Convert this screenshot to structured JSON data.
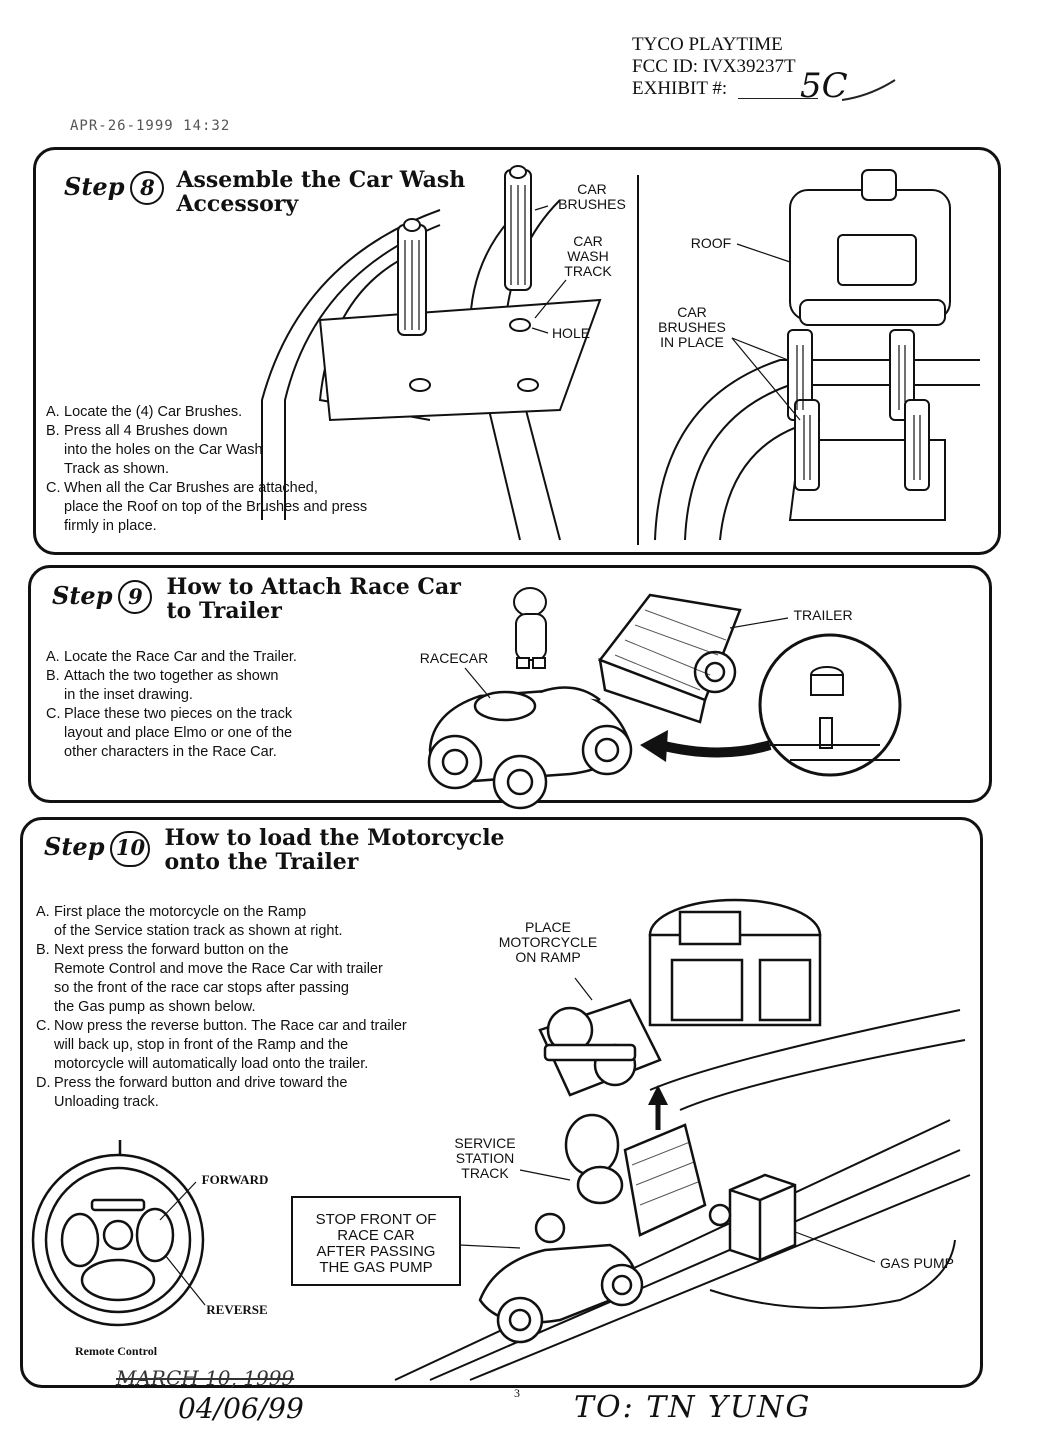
{
  "header": {
    "company": "TYCO PLAYTIME",
    "fcc": "FCC ID:  IVX39237T",
    "exhibit": "EXHIBIT #:",
    "exhibit_value": "5C",
    "fax_stamp": "APR-26-1999  14:32"
  },
  "step8": {
    "step_word": "Step",
    "number": "8",
    "title": [
      "Assemble the Car Wash",
      "Accessory"
    ],
    "instructions": [
      {
        "letter": "A.",
        "lines": [
          "Locate the (4) Car Brushes."
        ]
      },
      {
        "letter": "B.",
        "lines": [
          "Press all 4 Brushes down",
          "into the holes on the Car Wash",
          "Track as shown."
        ]
      },
      {
        "letter": "C.",
        "lines": [
          "When all the Car Brushes are attached,",
          "place the Roof on top of the Brushes and press",
          "firmly in place."
        ]
      }
    ],
    "labels": {
      "car_brushes": [
        "CAR",
        "BRUSHES"
      ],
      "car_wash_track": [
        "CAR",
        "WASH",
        "TRACK"
      ],
      "hole": "HOLE",
      "roof": "ROOF",
      "brushes_in_place": [
        "CAR",
        "BRUSHES",
        "IN PLACE"
      ]
    }
  },
  "step9": {
    "step_word": "Step",
    "number": "9",
    "title": [
      "How to Attach Race Car",
      "to Trailer"
    ],
    "instructions": [
      {
        "letter": "A.",
        "lines": [
          "Locate the Race Car and the Trailer."
        ]
      },
      {
        "letter": "B.",
        "lines": [
          "Attach the two together as shown",
          "in the inset drawing."
        ]
      },
      {
        "letter": "C.",
        "lines": [
          "Place these two pieces on the track",
          "layout and place Elmo or one of the",
          "other characters in the Race Car."
        ]
      }
    ],
    "labels": {
      "racecar": "RACECAR",
      "trailer": "TRAILER"
    }
  },
  "step10": {
    "step_word": "Step",
    "number": "10",
    "title": [
      "How to load the Motorcycle",
      "onto the Trailer"
    ],
    "instructions": [
      {
        "letter": "A.",
        "lines": [
          "First place the motorcycle on the Ramp",
          "of the Service station track as shown at right."
        ]
      },
      {
        "letter": "B.",
        "lines": [
          "Next press the forward button on the",
          "Remote Control and move the Race Car with trailer",
          "so the front of the race car stops after passing",
          "the Gas pump as shown below."
        ]
      },
      {
        "letter": "C.",
        "lines": [
          "Now press the reverse button. The Race car and trailer",
          "will back up, stop in front of the Ramp and the",
          "motorcycle will automatically load onto the trailer."
        ]
      },
      {
        "letter": "D.",
        "lines": [
          "Press the forward button and drive toward the",
          "Unloading track."
        ]
      }
    ],
    "labels": {
      "place_motorcycle": [
        "PLACE",
        "MOTORCYCLE",
        "ON RAMP"
      ],
      "service_station": [
        "SERVICE",
        "STATION",
        "TRACK"
      ],
      "forward": "FORWARD",
      "reverse": "REVERSE",
      "remote_control": "Remote Control",
      "stop_box": [
        "STOP FRONT OF",
        "RACE CAR",
        "AFTER PASSING",
        "THE GAS PUMP"
      ],
      "gas_pump": "GAS PUMP"
    }
  },
  "footer": {
    "page_number": "3",
    "handwritten_date_struck": "MARCH 10, 1999",
    "handwritten_date": "04/06/99",
    "handwritten_to": "TO: TN YUNG"
  }
}
